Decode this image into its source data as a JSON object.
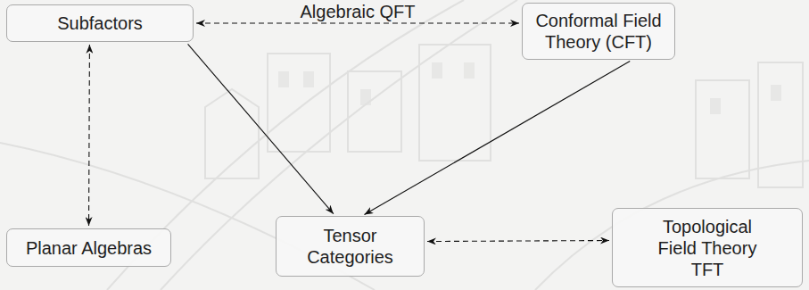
{
  "diagram": {
    "nodes": [
      {
        "text": [
          "Subfactors"
        ]
      },
      {
        "text": [
          "Conformal Field Theory (CFT)"
        ]
      },
      {
        "text": [
          "Planar Algebras"
        ]
      },
      {
        "text": [
          "Tensor Categories"
        ]
      },
      {
        "text": [
          "Topological Field Theory TFT"
        ]
      }
    ],
    "edges": [
      {
        "from": 0,
        "to": 1,
        "arrow": "both",
        "label": "Algebraic QFT"
      },
      {
        "from": 0,
        "to": 2,
        "arrow": "both"
      },
      {
        "from": 0,
        "to": 3,
        "arrow": "to"
      },
      {
        "from": 1,
        "to": 3,
        "arrow": "to"
      },
      {
        "from": 3,
        "to": 4,
        "arrow": "both"
      }
    ]
  }
}
